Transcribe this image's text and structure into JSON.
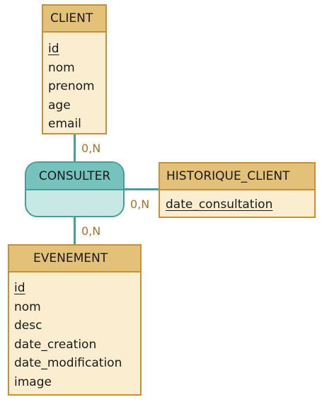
{
  "entities": {
    "client": {
      "name": "CLIENT",
      "attributes": [
        "id",
        "nom",
        "prenom",
        "age",
        "email"
      ]
    },
    "historique_client": {
      "name": "HISTORIQUE_CLIENT",
      "attributes": [
        "date_consultation"
      ]
    },
    "evenement": {
      "name": "EVENEMENT",
      "attributes": [
        "id",
        "nom",
        "desc",
        "date_creation",
        "date_modification",
        "image"
      ]
    }
  },
  "association": {
    "name": "CONSULTER"
  },
  "cardinalities": {
    "client": "0,N",
    "historique_client": "0,N",
    "evenement": "0,N"
  },
  "colors": {
    "entity_header": "#e4c178",
    "entity_body": "#fbedcf",
    "entity_border": "#c98f35",
    "association_header": "#76c2bd",
    "association_body": "#c8e8e6",
    "association_border": "#4a9c98",
    "cardinality_text": "#a6742c"
  }
}
